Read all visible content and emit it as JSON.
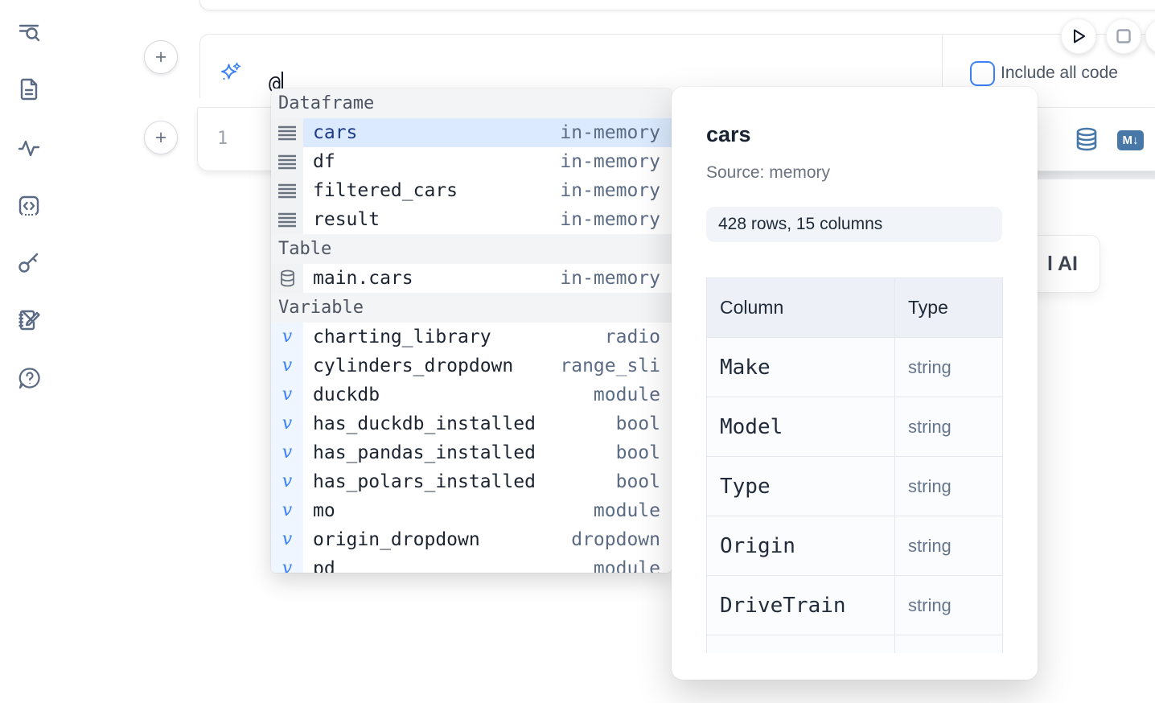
{
  "sidebar": {
    "icons": [
      {
        "name": "table-of-contents-search-icon"
      },
      {
        "name": "document-icon"
      },
      {
        "name": "activity-icon"
      },
      {
        "name": "code-snippets-icon"
      },
      {
        "name": "keyboard-shortcuts-key-icon"
      },
      {
        "name": "scratchpad-icon"
      },
      {
        "name": "help-chat-icon"
      }
    ]
  },
  "toolbar": {
    "run_icon": "play-icon",
    "stop_icon": "stop-icon",
    "extra_icon": "hidden-circle-button"
  },
  "add_cell_label": "+",
  "ai_prompt": {
    "value": "@",
    "include_all_code_label": "Include all code"
  },
  "cell": {
    "line_number": "1",
    "markdown_badge": "M↓",
    "db_icon": "database-icon"
  },
  "autocomplete": {
    "sections": [
      {
        "label": "Dataframe",
        "items": [
          {
            "icon": "table-rows-icon",
            "name": "cars",
            "type": "in-memory",
            "selected": true
          },
          {
            "icon": "table-rows-icon",
            "name": "df",
            "type": "in-memory"
          },
          {
            "icon": "table-rows-icon",
            "name": "filtered_cars",
            "type": "in-memory"
          },
          {
            "icon": "table-rows-icon",
            "name": "result",
            "type": "in-memory"
          }
        ]
      },
      {
        "label": "Table",
        "items": [
          {
            "icon": "database-icon",
            "name": "main.cars",
            "type": "in-memory"
          }
        ]
      },
      {
        "label": "Variable",
        "items": [
          {
            "icon": "variable-icon",
            "name": "charting_library",
            "type": "radio"
          },
          {
            "icon": "variable-icon",
            "name": "cylinders_dropdown",
            "type": "range_sli"
          },
          {
            "icon": "variable-icon",
            "name": "duckdb",
            "type": "module"
          },
          {
            "icon": "variable-icon",
            "name": "has_duckdb_installed",
            "type": "bool"
          },
          {
            "icon": "variable-icon",
            "name": "has_pandas_installed",
            "type": "bool"
          },
          {
            "icon": "variable-icon",
            "name": "has_polars_installed",
            "type": "bool"
          },
          {
            "icon": "variable-icon",
            "name": "mo",
            "type": "module"
          },
          {
            "icon": "variable-icon",
            "name": "origin_dropdown",
            "type": "dropdown"
          },
          {
            "icon": "variable-icon",
            "name": "pd",
            "type": "module",
            "partial": true
          }
        ]
      }
    ]
  },
  "preview_panel": {
    "title": "cars",
    "source_label": "Source: memory",
    "shape_badge": "428 rows, 15 columns",
    "table": {
      "headers": [
        "Column",
        "Type"
      ],
      "rows": [
        [
          "Make",
          "string"
        ],
        [
          "Model",
          "string"
        ],
        [
          "Type",
          "string"
        ],
        [
          "Origin",
          "string"
        ],
        [
          "DriveTrain",
          "string"
        ]
      ]
    }
  },
  "ai_button": {
    "visible_label": "l AI"
  },
  "colors": {
    "accent_blue": "#3b82f6",
    "steel_blue": "#4878a8",
    "selected_row_bg": "#dbeafe",
    "section_header_bg": "#f3f4f6",
    "badge_bg": "#f1f5f9",
    "table_header_bg": "#edf1f7",
    "border_gray": "#e6e7ea"
  }
}
